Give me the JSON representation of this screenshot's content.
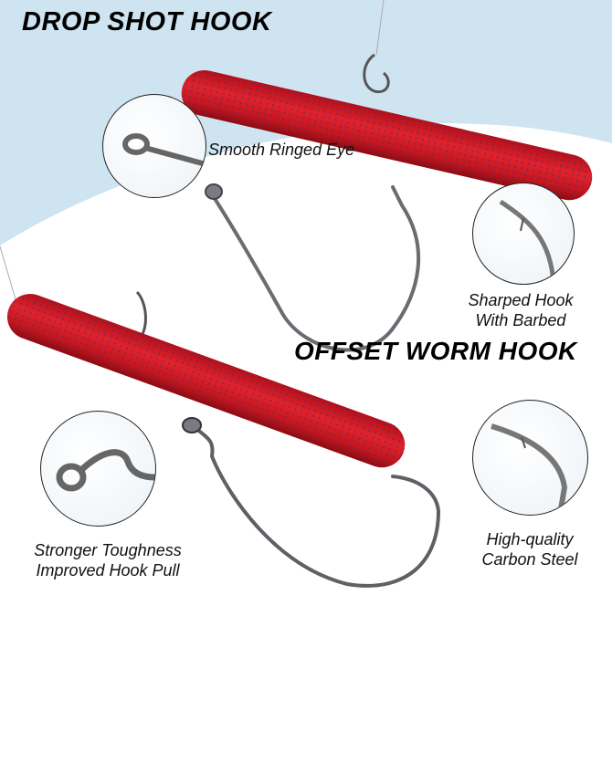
{
  "sections": [
    {
      "title": "DROP SHOT HOOK",
      "features": [
        {
          "caption_lines": [
            "Smooth Ringed Eye"
          ]
        },
        {
          "caption_lines": [
            "Sharped Hook",
            "With Barbed"
          ]
        }
      ]
    },
    {
      "title": "OFFSET WORM HOOK",
      "features": [
        {
          "caption_lines": [
            "Stronger Toughness",
            "Improved Hook Pull"
          ]
        },
        {
          "caption_lines": [
            "High-quality",
            "Carbon Steel"
          ]
        }
      ]
    }
  ],
  "colors": {
    "background_top": "#cfe4f1",
    "background_bottom": "#ffffff",
    "worm_red": "#d91c24",
    "hook_steel": "#5a5a62"
  },
  "icons": [
    "fishing-hook-icon",
    "soft-worm-lure-icon"
  ]
}
